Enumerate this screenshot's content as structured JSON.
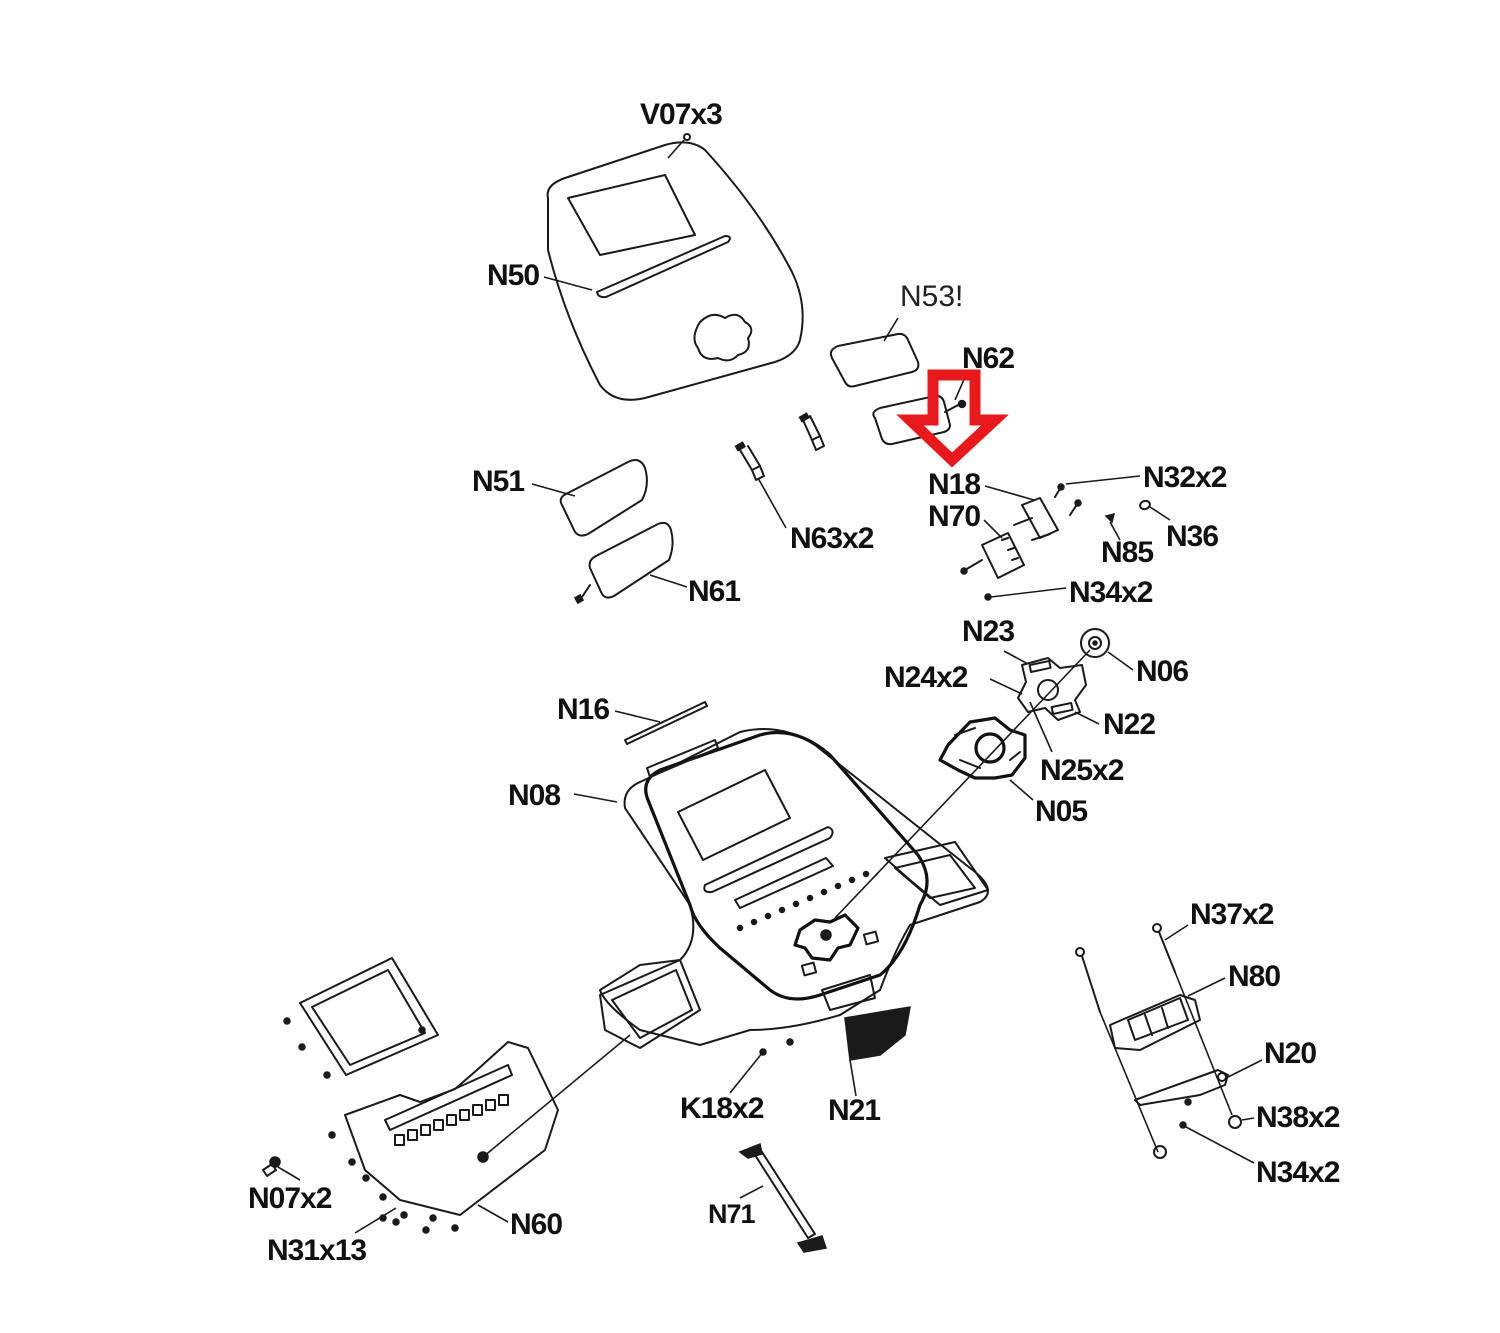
{
  "diagram": {
    "type": "exploded-parts-diagram",
    "subject": "console assembly",
    "highlight": {
      "color": "#e8191c",
      "shape": "down-arrow",
      "points_to": "N18"
    },
    "labels": {
      "V07": "V07x3",
      "N50": "N50",
      "N53": "N53!",
      "N62": "N62",
      "N51": "N51",
      "N63": "N63x2",
      "N61": "N61",
      "N18": "N18",
      "N70": "N70",
      "N32": "N32x2",
      "N36": "N36",
      "N85": "N85",
      "N34a": "N34x2",
      "N23": "N23",
      "N06": "N06",
      "N24": "N24x2",
      "N22": "N22",
      "N25": "N25x2",
      "N05": "N05",
      "N16": "N16",
      "N08": "N08",
      "N37": "N37x2",
      "N80": "N80",
      "N20": "N20",
      "N38": "N38x2",
      "N34b": "N34x2",
      "K18": "K18x2",
      "N21": "N21",
      "N71": "N71",
      "N07": "N07x2",
      "N60": "N60",
      "N31": "N31x13"
    }
  }
}
